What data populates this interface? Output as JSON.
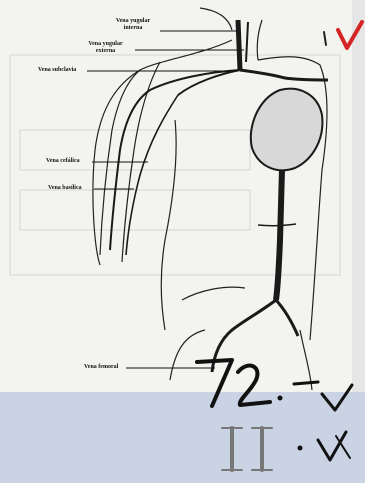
{
  "labels": {
    "yugular_interna_1": "Vena yugular",
    "yugular_interna_2": "interna",
    "yugular_externa_1": "Vena yugular",
    "yugular_externa_2": "externa",
    "subclavia": "Vena subclavia",
    "cefalica": "Vena cefálica",
    "basilica": "Vena basílica",
    "femoral": "Vena femoral"
  },
  "handwriting": {
    "mark_top_right": "V",
    "score_1": "72.-",
    "score_2": "11"
  },
  "colors": {
    "paper": "#f3f3f0",
    "ink": "#1a1a1a",
    "red_ink": "#d42424",
    "background": "#d9dde6"
  }
}
